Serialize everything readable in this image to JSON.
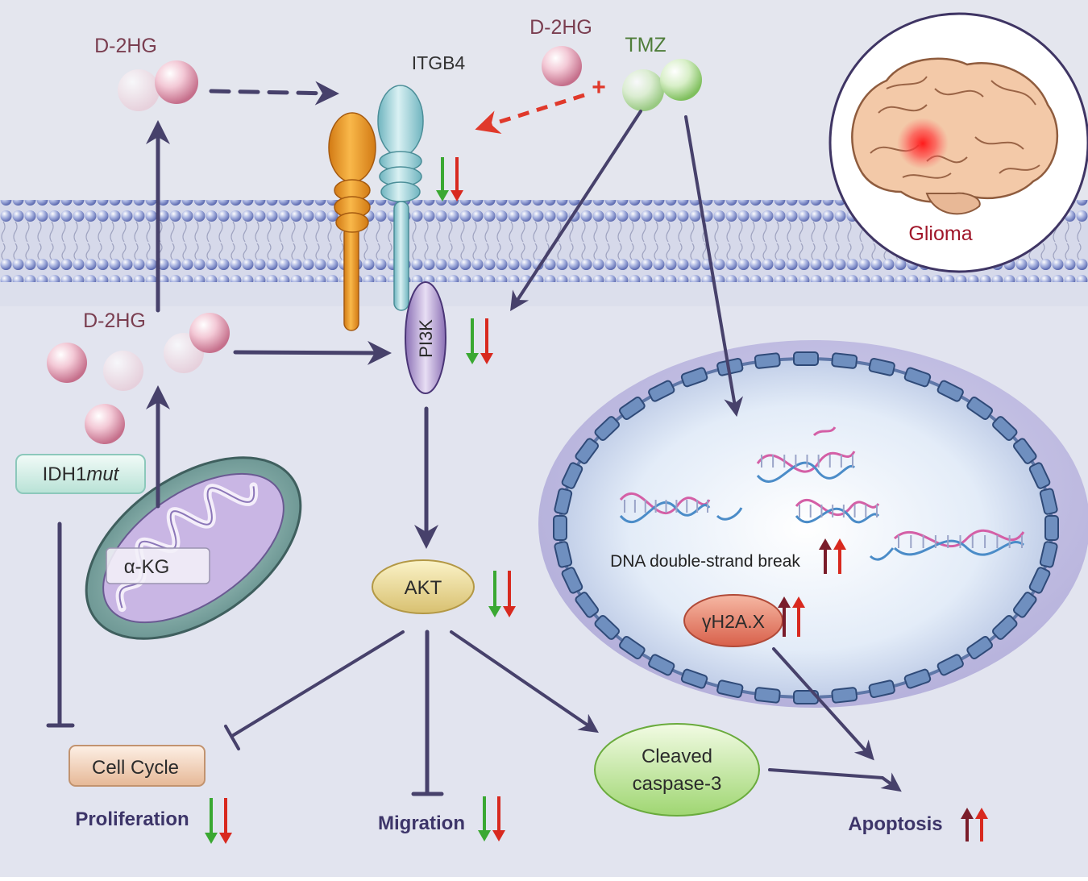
{
  "labels": {
    "d2hg_top_left": "D-2HG",
    "itgb4": "ITGB4",
    "d2hg_top_right": "D-2HG",
    "tmz": "TMZ",
    "glioma": "Glioma",
    "d2hg_mid_left": "D-2HG",
    "pi3k": "PI3K",
    "idh1_prefix": "IDH1",
    "idh1_suffix": "mut",
    "akg": "α-KG",
    "akt": "AKT",
    "dna_break": "DNA double-strand break",
    "gh2ax": "γH2A.X",
    "cell_cycle": "Cell Cycle",
    "cleaved_line1": "Cleaved",
    "cleaved_line2": "caspase-3",
    "proliferation": "Proliferation",
    "migration": "Migration",
    "apoptosis": "Apoptosis"
  },
  "plus_sign": "+",
  "colors": {
    "background_extracellular": "#e4e6ee",
    "background_cytoplasm": "#dcdfec",
    "membrane_bead": "#7d8cc4",
    "arrow_main": "#47416b",
    "arrow_red_dashed": "#e0392b",
    "indicator_green": "#3aa832",
    "indicator_red": "#d8291f",
    "indicator_darkred": "#7a1c2a",
    "label_text": "#333333",
    "label_bold": "#3d3569",
    "d2hg_text": "#7a3e50",
    "tmz_text": "#4f7d3a",
    "glioma_text": "#a0162a"
  }
}
